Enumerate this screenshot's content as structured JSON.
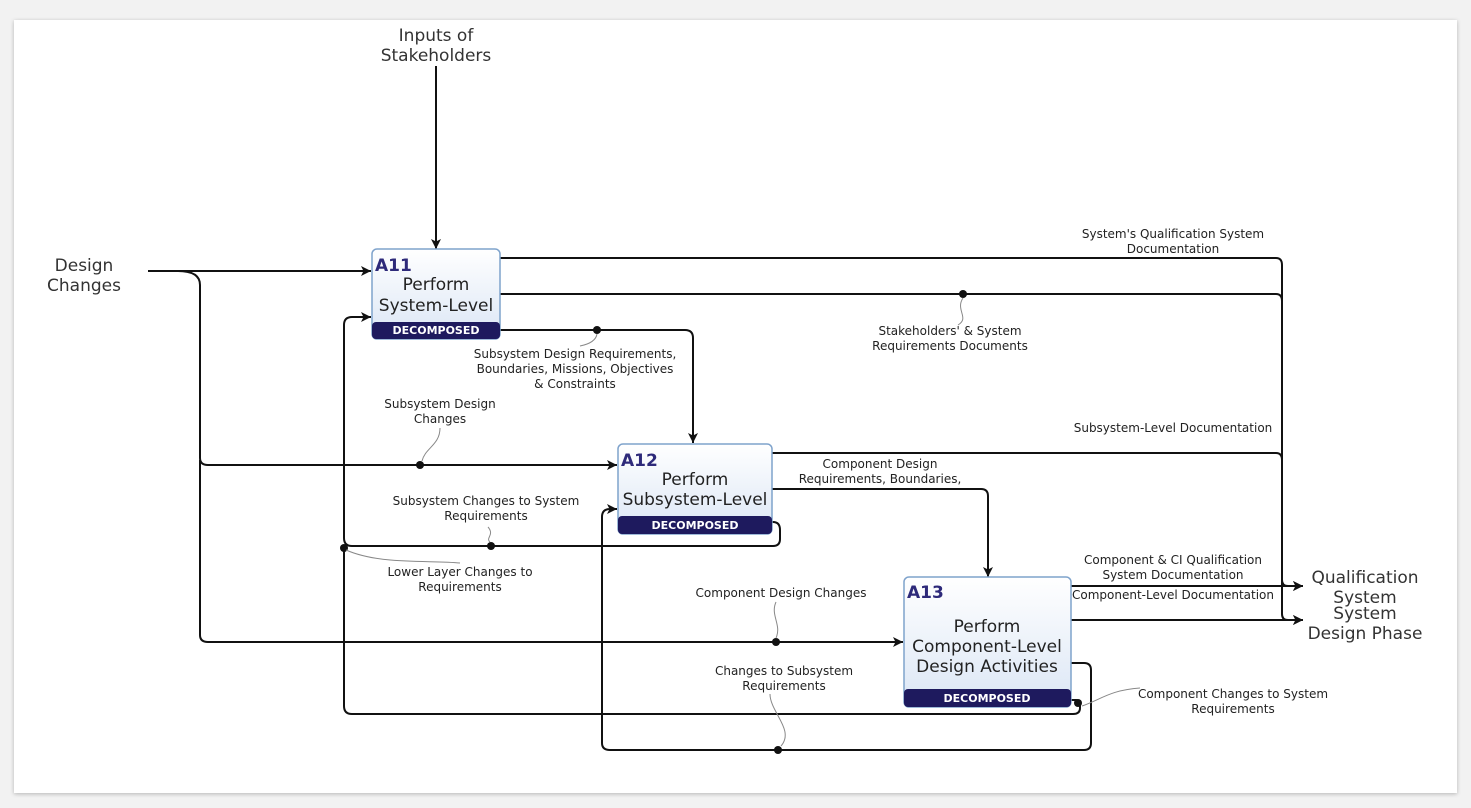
{
  "activities": {
    "a11": {
      "id": "A11",
      "title_lines": [
        "Perform",
        "System-Level"
      ],
      "badge": "DECOMPOSED"
    },
    "a12": {
      "id": "A12",
      "title_lines": [
        "Perform",
        "Subsystem-Level"
      ],
      "badge": "DECOMPOSED"
    },
    "a13": {
      "id": "A13",
      "title_lines": [
        "Perform",
        "Component-Level",
        "Design Activities"
      ],
      "badge": "DECOMPOSED"
    }
  },
  "externals": {
    "inputs_stakeholders": [
      "Inputs of",
      "Stakeholders"
    ],
    "design_changes": [
      "Design",
      "Changes"
    ],
    "qualification_system": [
      "Qualification",
      "System"
    ],
    "system_design_phase": [
      "System",
      "Design Phase"
    ]
  },
  "arrows": {
    "system_qual_doc": [
      "System's Qualification System",
      "Documentation"
    ],
    "stakeholders_sys_req_docs": [
      "Stakeholders' & System",
      "Requirements Documents"
    ],
    "subsystem_design_req": [
      "Subsystem Design Requirements,",
      "Boundaries, Missions, Objectives",
      "& Constraints"
    ],
    "subsystem_design_changes": [
      "Subsystem Design",
      "Changes"
    ],
    "subsystem_level_doc": [
      "Subsystem-Level Documentation"
    ],
    "component_design_req": [
      "Component Design",
      "Requirements, Boundaries,"
    ],
    "subsystem_changes_to_sys_req": [
      "Subsystem Changes to System",
      "Requirements"
    ],
    "lower_layer_changes": [
      "Lower Layer Changes to",
      "Requirements"
    ],
    "component_ci_qual_doc": [
      "Component & CI Qualification",
      "System Documentation"
    ],
    "component_level_doc": [
      "Component-Level Documentation"
    ],
    "component_design_changes": [
      "Component Design Changes"
    ],
    "changes_to_subsystem_req": [
      "Changes to Subsystem",
      "Requirements"
    ],
    "component_changes_to_sys_req": [
      "Component Changes to System",
      "Requirements"
    ]
  }
}
